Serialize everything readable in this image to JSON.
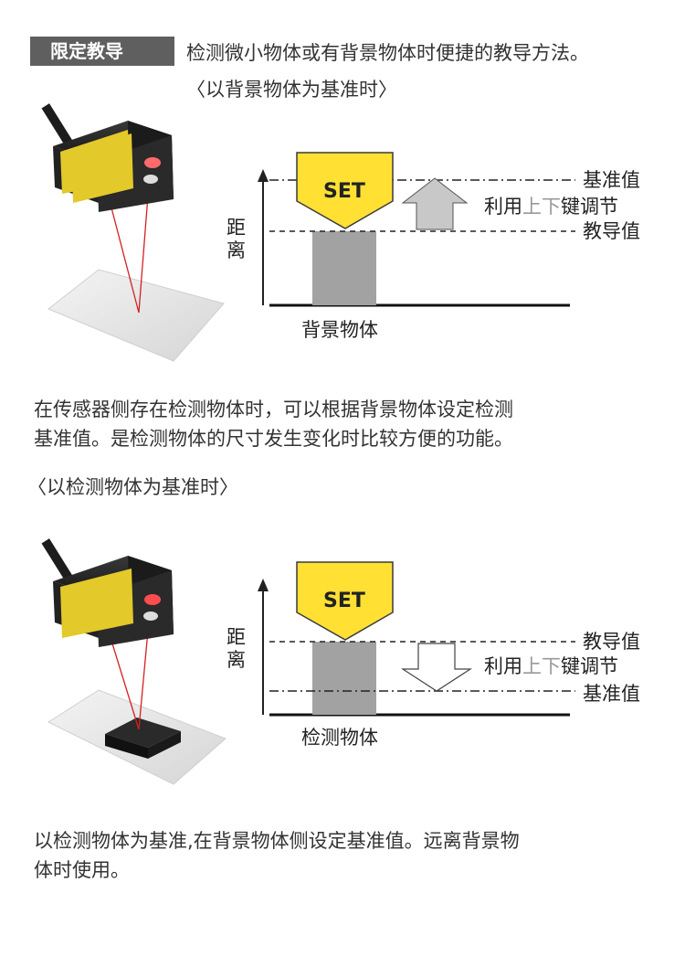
{
  "header": {
    "tag": "限定教导",
    "intro_line1": "检测微小物体或有背景物体时便捷的教导方法。",
    "intro_line2": "〈以背景物体为基准时〉"
  },
  "diagram1": {
    "set_label": "SET",
    "y_axis_label_top": "距",
    "y_axis_label_bottom": "离",
    "reference_label": "基准值",
    "teach_label": "教导值",
    "adjust_prefix": "利用",
    "adjust_mid": "上下",
    "adjust_suffix": "键调节",
    "object_label": "背景物体"
  },
  "paragraph1": {
    "line1": "在传感器侧存在检测物体时，可以根据背景物体设定检测",
    "line2": "基准值。是检测物体的尺寸发生变化时比较方便的功能。"
  },
  "section2_title": "〈以检测物体为基准时〉",
  "diagram2": {
    "set_label": "SET",
    "y_axis_label_top": "距",
    "y_axis_label_bottom": "离",
    "teach_label": "教导值",
    "reference_label": "基准值",
    "adjust_prefix": "利用",
    "adjust_mid": "上下",
    "adjust_suffix": "键调节",
    "object_label": "检测物体"
  },
  "paragraph2": {
    "line1": "以检测物体为基准,在背景物体侧设定基准值。远离背景物",
    "line2": "体时使用。"
  },
  "colors": {
    "set_yellow": "#ffe033",
    "set_border": "#3a3a3a",
    "object_gray": "#a2a2a2",
    "arrow_gray": "#c8c8c8",
    "tag_bg": "#5f5f5f",
    "laser_red": "#d42020",
    "sensor_yellow": "#e3c92a"
  }
}
